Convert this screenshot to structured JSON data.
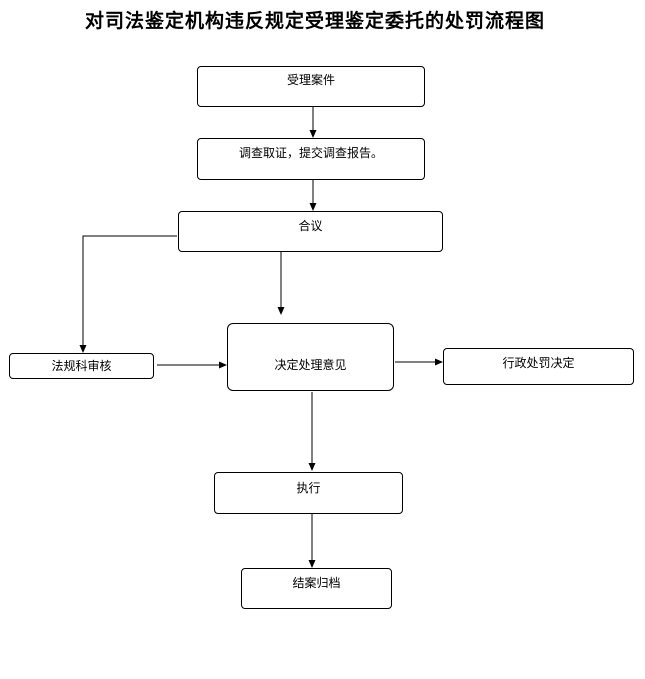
{
  "title": "对司法鉴定机构违反规定受理鉴定委托的处罚流程图",
  "nodes": {
    "accept": "受理案件",
    "investigate": "调查取证，提交调查报告。",
    "discuss": "合议",
    "legal_review": "法规科审核",
    "decision": "决定处理意见",
    "penalty": "行政处罚决定",
    "execute": "执行",
    "close": "结案归档"
  }
}
